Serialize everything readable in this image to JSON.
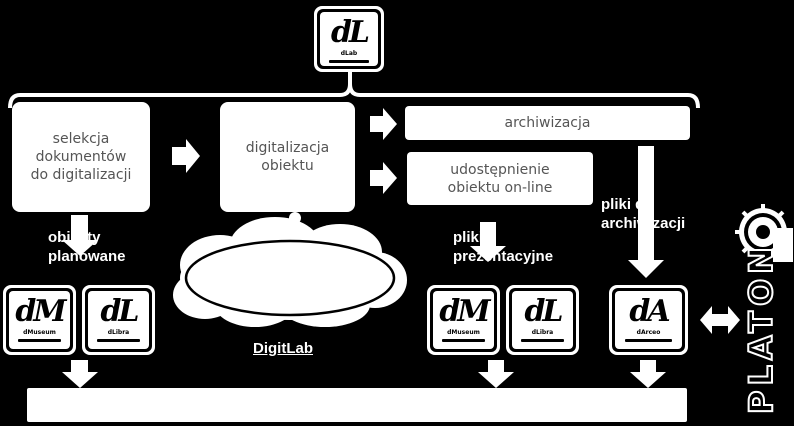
{
  "boxes": {
    "selekcja": "selekcja\ndokumentów\ndo digitalizacji",
    "digitalizacja": "digitalizacja\nobiektu",
    "archiwizacja": "archiwizacja",
    "udostepnienie": "udostępnienie\nobiektu on-line"
  },
  "labels": {
    "obiekty": "obiekty\nplanowane",
    "pliki_prezentacyjne": "pliki\nprezentacyjne",
    "pliki_archiwizacji": "pliki do\narchiwizacji",
    "digitlab": "DigitLab",
    "platon": "PLATON"
  },
  "logos": {
    "top": {
      "letters": "dL",
      "sub": "dLab"
    },
    "m1": {
      "letters": "dM",
      "sub": "dMuseum"
    },
    "l1": {
      "letters": "dL",
      "sub": "dLibra"
    },
    "m2": {
      "letters": "dM",
      "sub": "dMuseum"
    },
    "l2": {
      "letters": "dL",
      "sub": "dLibra"
    },
    "a": {
      "letters": "dA",
      "sub": "dArceo"
    }
  }
}
